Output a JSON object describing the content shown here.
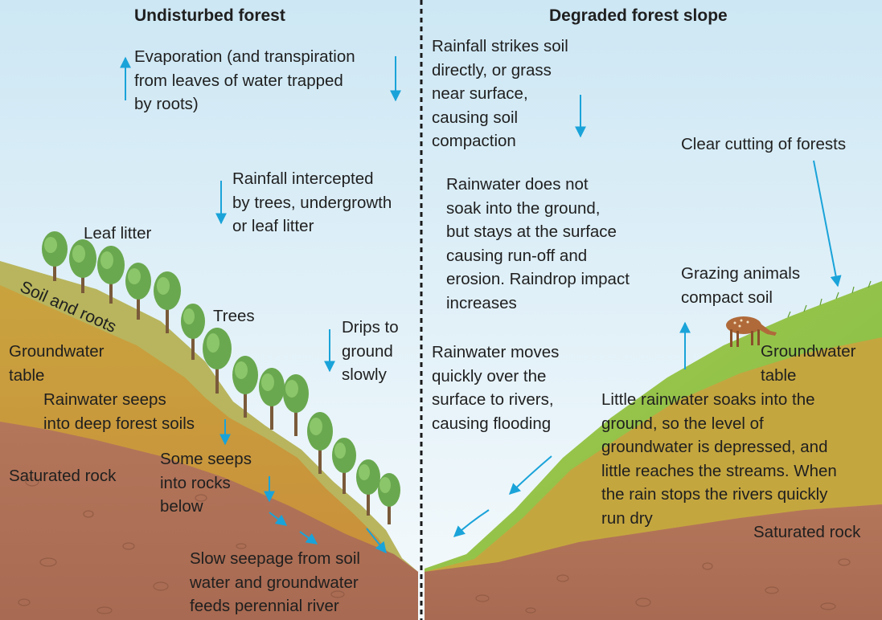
{
  "titles": {
    "left": "Undisturbed forest",
    "right": "Degraded forest slope"
  },
  "left_labels": {
    "evaporation": "Evaporation (and transpiration\nfrom leaves of water trapped\nby roots)",
    "rainfall_intercepted": "Rainfall intercepted\nby trees, undergrowth\nor leaf litter",
    "leaf_litter": "Leaf litter",
    "trees": "Trees",
    "drips": "Drips to\nground\nslowly",
    "soil_and_roots": "Soil and roots",
    "groundwater_table": "Groundwater\ntable",
    "rainwater_seeps": "Rainwater seeps\ninto deep forest soils",
    "saturated_rock": "Saturated rock",
    "some_seeps": "Some seeps\ninto rocks\nbelow",
    "slow_seepage": "Slow seepage from soil\nwater and groundwater\nfeeds perennial river"
  },
  "right_labels": {
    "rainfall_strikes": "Rainfall strikes soil\ndirectly, or grass\nnear surface,\ncausing soil\ncompaction",
    "clear_cutting": "Clear cutting of forests",
    "rainwater_not_soak": "Rainwater does not\nsoak into the ground,\nbut stays at the surface\ncausing run-off and\nerosion. Raindrop impact\nincreases",
    "grazing": "Grazing animals\ncompact soil",
    "groundwater_table": "Groundwater\ntable",
    "moves_quickly": "Rainwater moves\nquickly over the\nsurface to rivers,\ncausing flooding",
    "little_soaks": "Little rainwater soaks into the\nground, so the level of\ngroundwater is depressed, and\nlittle reaches the streams. When\nthe rain stops the rivers quickly\nrun dry",
    "saturated_rock": "Saturated rock"
  },
  "colors": {
    "sky_top": "#cfe8f4",
    "sky_bottom": "#f4f9fb",
    "arrow": "#1aa3d9",
    "topsoil": "#b9b861",
    "soil": "#c99a3c",
    "rock": "#b0725a",
    "grass": "#8bc34a"
  }
}
